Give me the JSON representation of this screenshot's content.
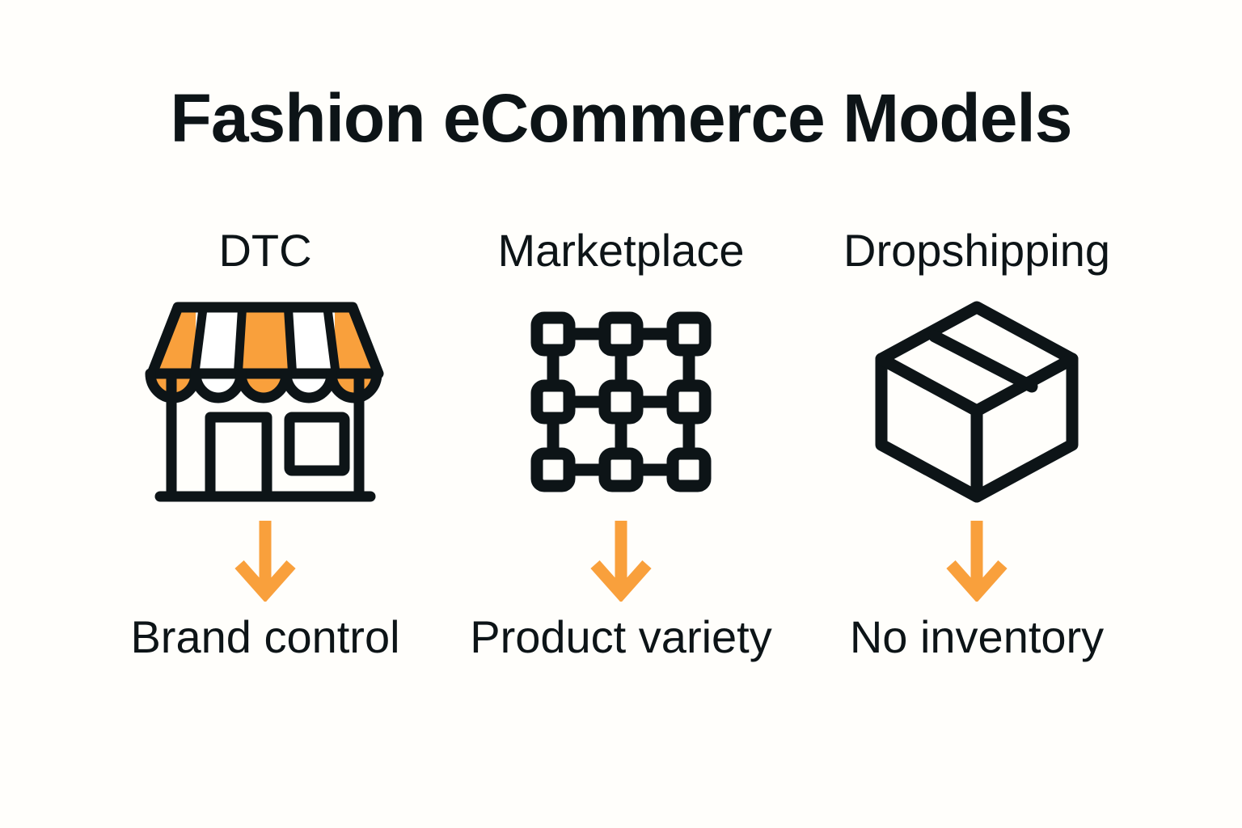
{
  "title": "Fashion eCommerce Models",
  "colors": {
    "background": "#FFFEFB",
    "ink": "#0D1417",
    "accent_orange": "#F9A03C"
  },
  "columns": [
    {
      "heading": "DTC",
      "icon": "storefront-icon",
      "arrow": "down-arrow-icon",
      "outcome": "Brand control"
    },
    {
      "heading": "Marketplace",
      "icon": "grid-network-icon",
      "arrow": "down-arrow-icon",
      "outcome": "Product variety"
    },
    {
      "heading": "Dropshipping",
      "icon": "package-box-icon",
      "arrow": "down-arrow-icon",
      "outcome": "No inventory"
    }
  ]
}
